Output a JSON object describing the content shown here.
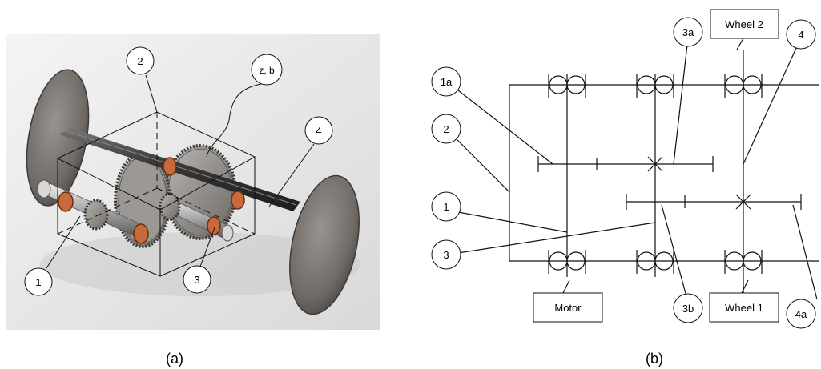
{
  "panel_a": {
    "caption": "(a)",
    "callouts": [
      "1",
      "2",
      "3",
      "4",
      "z, b"
    ]
  },
  "panel_b": {
    "caption": "(b)",
    "callouts": [
      "1a",
      "2",
      "1",
      "3",
      "3a",
      "4",
      "3b",
      "4a"
    ],
    "boxes": {
      "wheel2": "Wheel 2",
      "motor": "Motor",
      "wheel1": "Wheel 1"
    }
  }
}
